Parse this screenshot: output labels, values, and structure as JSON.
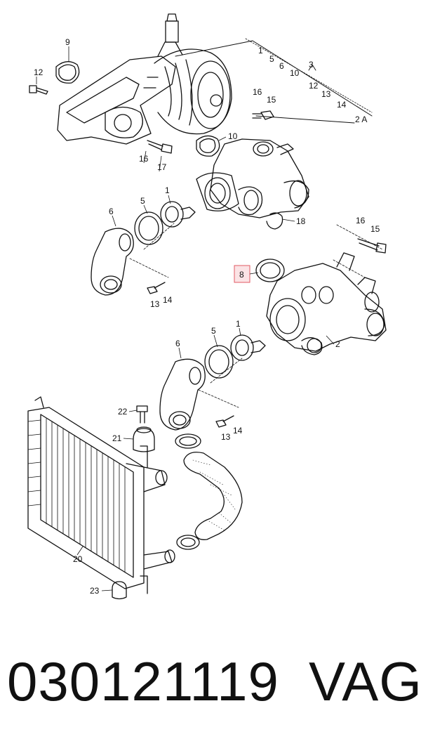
{
  "callouts": {
    "c1": "1",
    "c5": "5",
    "c6": "6",
    "c10": "10",
    "c3": "3",
    "c12": "12",
    "c13": "13",
    "c14": "14",
    "c2a": "2 A",
    "p9": "9",
    "p12": "12",
    "p16a": "16",
    "p15a": "15",
    "p10": "10",
    "p16b": "16",
    "p17": "17",
    "t1": "1",
    "t5": "5",
    "t6": "6",
    "t18": "18",
    "t13": "13",
    "t14": "14",
    "h16": "16",
    "h15": "15",
    "h8": "8",
    "h2": "2",
    "b1": "1",
    "b5": "5",
    "b6": "6",
    "b13": "13",
    "b14": "14",
    "r22": "22",
    "r21": "21",
    "r20": "20",
    "r23": "23"
  },
  "highlight": {
    "part": "8",
    "color": "#e25a63",
    "fill": "#fbe3e5"
  },
  "footer": {
    "part_number": "030121119",
    "brand": "VAG"
  }
}
